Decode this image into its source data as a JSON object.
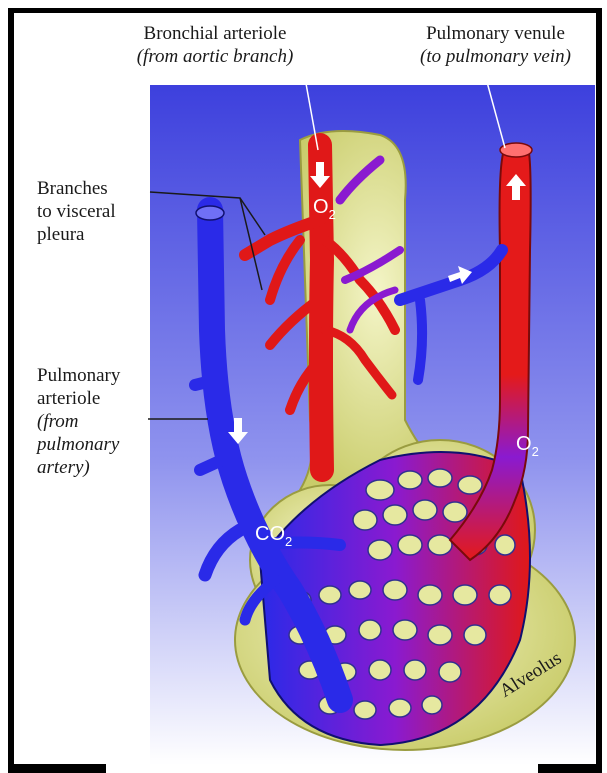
{
  "labels": {
    "bronchial_arteriole": {
      "title": "Bronchial arteriole",
      "subtitle": "(from aortic branch)"
    },
    "pulmonary_venule": {
      "title": "Pulmonary venule",
      "subtitle": "(to pulmonary vein)"
    },
    "branches": [
      "Branches",
      "to visceral",
      "pleura"
    ],
    "pulmonary_arteriole": {
      "lines": [
        "Pulmonary",
        "arteriole"
      ],
      "italic_lines": [
        "(from",
        "pulmonary",
        "artery)"
      ]
    },
    "o2_top": "O",
    "o2_top_sub": "2",
    "o2_right": "O",
    "o2_right_sub": "2",
    "co2": "CO",
    "co2_sub": "2",
    "alveolus": "Alveolus"
  },
  "colors": {
    "background_gradient_top": "#4a4de0",
    "background_gradient_bottom": "#ffffff",
    "artery_red": "#e01818",
    "vein_blue": "#2a2ae8",
    "mixed_purple": "#8a1ad0",
    "alveolus_yellow": "#e6e8a0",
    "frame_black": "#000000"
  }
}
